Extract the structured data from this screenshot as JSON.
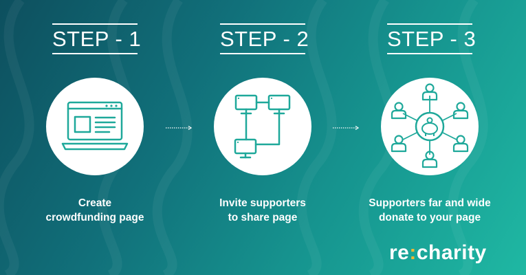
{
  "steps": [
    {
      "title": "STEP - 1",
      "caption_line1": "Create",
      "caption_line2": "crowdfunding page",
      "icon": "laptop-icon"
    },
    {
      "title": "STEP - 2",
      "caption_line1": "Invite supporters",
      "caption_line2": "to share page",
      "icon": "network-icon"
    },
    {
      "title": "STEP - 3",
      "caption_line1": "Supporters far and wide",
      "caption_line2": "donate to your page",
      "icon": "piggy-bank-people-icon"
    }
  ],
  "logo": {
    "part1": "re",
    "separator": ":",
    "part2": "charity"
  },
  "colors": {
    "background_dark": "#0d4f5e",
    "background_light": "#1fb8a3",
    "icon_teal": "#1ea89a",
    "logo_accent": "#f2b632",
    "text": "#ffffff"
  }
}
